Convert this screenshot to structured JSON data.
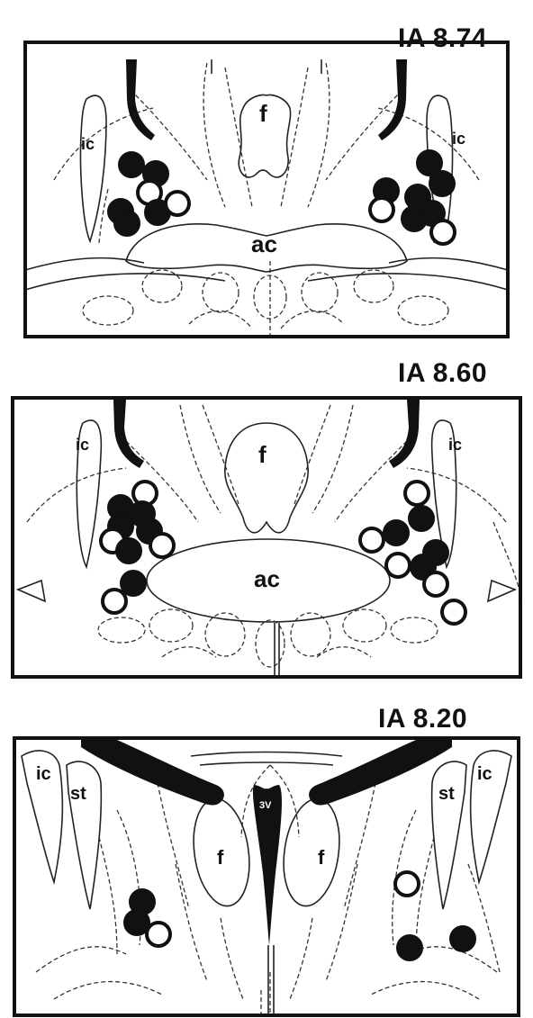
{
  "panels": [
    {
      "title": "IA 8.74",
      "labels": {
        "ic_left": "ic",
        "ic_right": "ic",
        "fornix": "f",
        "anterior_commissure": "ac"
      }
    },
    {
      "title": "IA 8.60",
      "labels": {
        "ic_left": "ic",
        "ic_right": "ic",
        "fornix": "f",
        "anterior_commissure": "ac"
      }
    },
    {
      "title": "IA 8.20",
      "labels": {
        "ic_left": "ic",
        "ic_right": "ic",
        "st_left": "st",
        "st_right": "st",
        "fornix_left": "f",
        "fornix_right": "f",
        "third_ventricle": "3V"
      }
    }
  ],
  "legend_colors": {
    "filled": "#111111",
    "open": "#ffffff"
  }
}
